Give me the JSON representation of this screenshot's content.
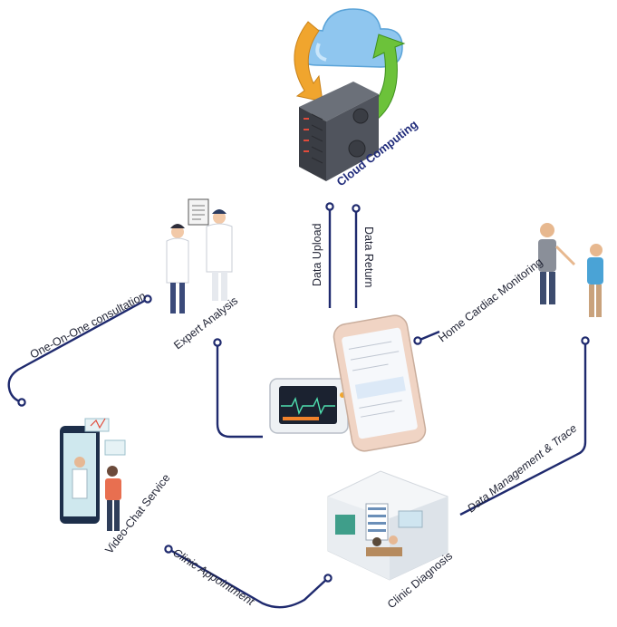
{
  "diagram": {
    "cloud_label": "Cloud Computing",
    "data_upload": "Data Upload",
    "data_return": "Data Return",
    "one_on_one": "One-On-One consultation",
    "expert_analysis": "Expert Analysis",
    "home_cardiac": "Home Cardiac Monitoring",
    "video_chat": "Video-Chat Service",
    "clinic_appointment": "Clinic Appointment",
    "clinic_diagnosis": "Clinic Diagnosis",
    "data_management": "Data Management & Trace",
    "colors": {
      "line": "#1f2a6e",
      "cloud": "#8fc6ef",
      "arrow_green": "#6cc23a",
      "arrow_orange": "#f0a52e",
      "server": "#4a4e57",
      "ecg": "#4fe0b0"
    }
  }
}
